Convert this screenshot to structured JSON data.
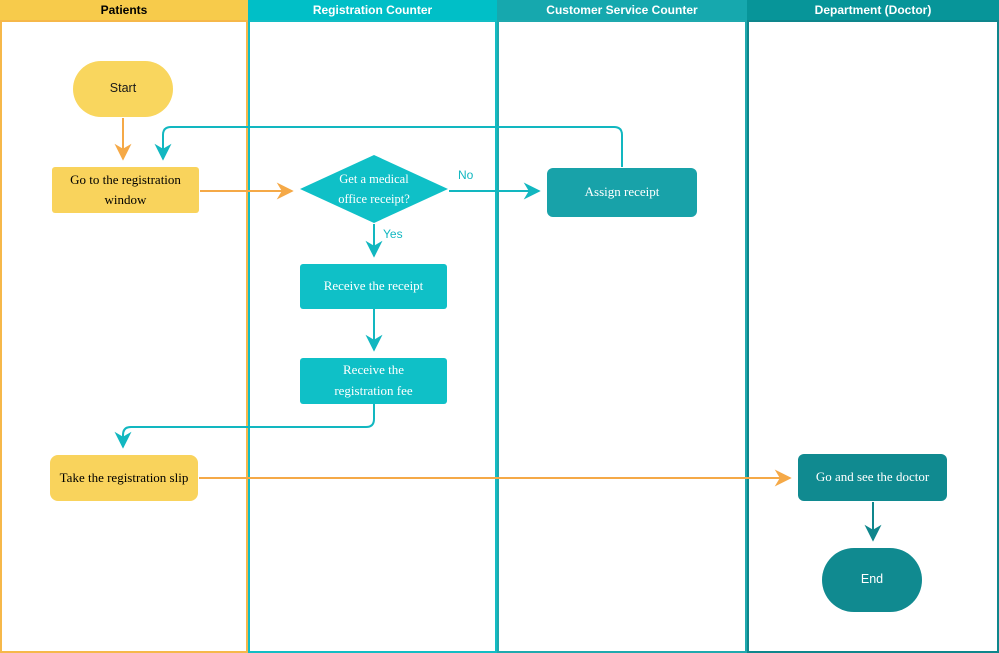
{
  "lanes": [
    {
      "label": "Patients",
      "header_bg": "#F7CB4B",
      "header_text": "#000000",
      "border": "#F6B84A"
    },
    {
      "label": "Registration Counter",
      "header_bg": "#00BFC7",
      "header_text": "#FFFFFF",
      "border": "#12BDC4"
    },
    {
      "label": "Customer Service Counter",
      "header_bg": "#16A8AE",
      "header_text": "#FFFFFF",
      "border": "#1FA9AE"
    },
    {
      "label": "Department (Doctor)",
      "header_bg": "#079599",
      "header_text": "#FFFFFF",
      "border": "#0E868C"
    }
  ],
  "nodes": {
    "start": {
      "label": "Start",
      "type": "terminator",
      "lane": "Patients"
    },
    "go_registration": {
      "label": "Go to the registration window",
      "type": "process",
      "lane": "Patients"
    },
    "decision": {
      "label": "Get a medical office receipt?",
      "type": "decision",
      "lane": "Registration Counter"
    },
    "assign_receipt": {
      "label": "Assign receipt",
      "type": "process",
      "lane": "Customer Service Counter"
    },
    "receive_receipt": {
      "label": "Receive the receipt",
      "type": "process",
      "lane": "Registration Counter"
    },
    "receive_fee": {
      "label": "Receive the registration fee",
      "type": "process",
      "lane": "Registration Counter"
    },
    "take_slip": {
      "label": "Take the registration slip",
      "type": "process",
      "lane": "Patients"
    },
    "see_doctor": {
      "label": "Go and see the doctor",
      "type": "process",
      "lane": "Department (Doctor)"
    },
    "end": {
      "label": "End",
      "type": "terminator",
      "lane": "Department (Doctor)"
    }
  },
  "edges": [
    {
      "from": "start",
      "to": "go_registration",
      "label": "",
      "color": "#F5A947"
    },
    {
      "from": "go_registration",
      "to": "decision",
      "label": "",
      "color": "#F5A947"
    },
    {
      "from": "decision",
      "to": "assign_receipt",
      "label": "No",
      "color": "#12B7C0"
    },
    {
      "from": "assign_receipt",
      "to": "go_registration",
      "label": "",
      "color": "#12B7C0"
    },
    {
      "from": "decision",
      "to": "receive_receipt",
      "label": "Yes",
      "color": "#12B7C0"
    },
    {
      "from": "receive_receipt",
      "to": "receive_fee",
      "label": "",
      "color": "#12B7C0"
    },
    {
      "from": "receive_fee",
      "to": "take_slip",
      "label": "",
      "color": "#12B7C0"
    },
    {
      "from": "take_slip",
      "to": "see_doctor",
      "label": "",
      "color": "#F5A947"
    },
    {
      "from": "see_doctor",
      "to": "end",
      "label": "",
      "color": "#0F868C"
    }
  ],
  "colors": {
    "yellow_node": "#F9D35C",
    "yellow_terminator": "#F9D65E",
    "teal_bright_node": "#0FC0C7",
    "teal_mid_node": "#18A2A9",
    "teal_dark_node": "#108A90",
    "orange_connector": "#F5A947",
    "teal_connector": "#12B7C0",
    "dark_teal_connector": "#0F868C"
  }
}
